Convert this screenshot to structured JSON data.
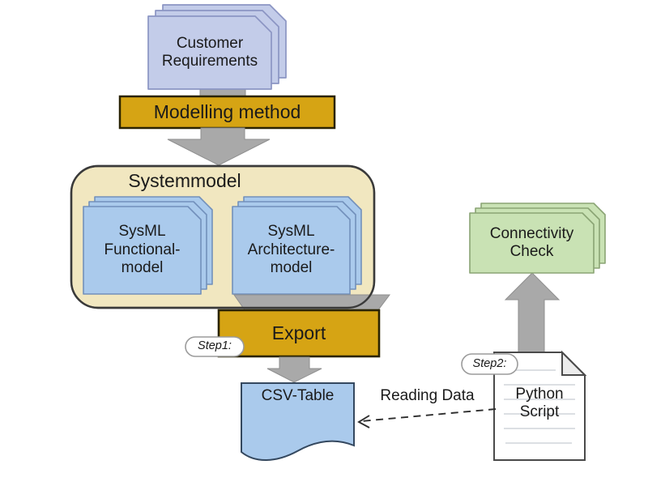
{
  "diagram": {
    "nodes": {
      "customer_requirements": {
        "lines": [
          "Customer",
          "Requirements"
        ]
      },
      "modelling_method": {
        "label": "Modelling method"
      },
      "systemmodel": {
        "title": "Systemmodel"
      },
      "sysml_functional": {
        "lines": [
          "SysML",
          "Functional-",
          "model"
        ]
      },
      "sysml_architecture": {
        "lines": [
          "SysML",
          "Architecture-",
          "model"
        ]
      },
      "export": {
        "label": "Export"
      },
      "csv_table": {
        "label": "CSV-Table"
      },
      "python_script": {
        "lines": [
          "Python",
          "Script"
        ]
      },
      "connectivity_check": {
        "lines": [
          "Connectivity",
          "Check"
        ]
      }
    },
    "annotations": {
      "step1": "Step1:",
      "step2": "Step2:",
      "reading_data": "Reading Data"
    },
    "colors": {
      "card_blue": "#c3cce9",
      "card_blue_border": "#8b95c3",
      "sysml_blue": "#aacaec",
      "sysml_blue_border": "#7290bb",
      "gold": "#d6a414",
      "gold_border": "#2a2300",
      "cream": "#f1e7c0",
      "cream_border": "#3a3a3a",
      "green": "#c9e2b4",
      "green_border": "#8aa474",
      "arrow_gray": "#a9a9a9",
      "doc_blue_border": "#34485f",
      "doc_white_border": "#4a4a4a",
      "text": "#1a1a1a"
    }
  }
}
